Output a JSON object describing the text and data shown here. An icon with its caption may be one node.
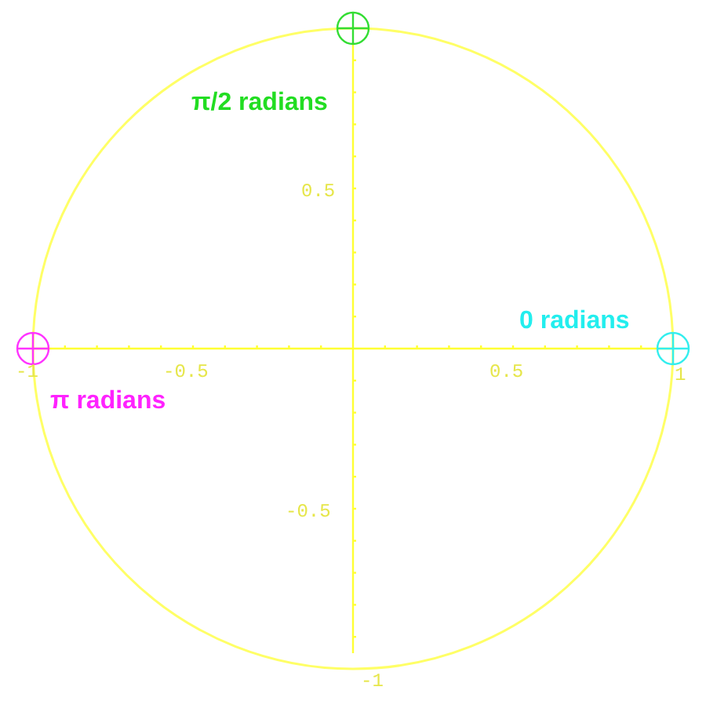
{
  "diagram": {
    "labels": [
      "π/2 radians",
      "0.5",
      "0 radians",
      "-1",
      "-0.5",
      "0.5",
      "1",
      "π radians",
      "-0.5",
      "-1"
    ]
  }
}
